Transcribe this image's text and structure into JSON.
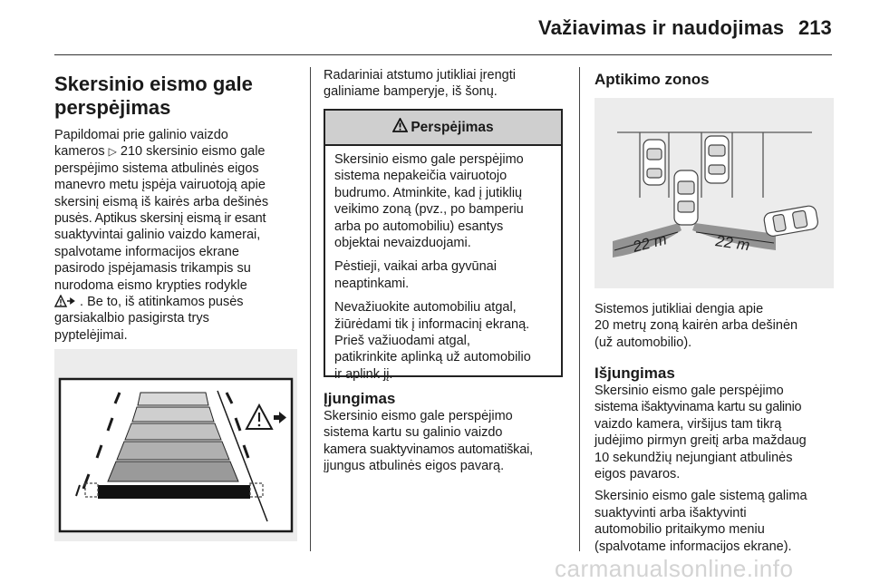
{
  "header": {
    "title": "Važiavimas ir naudojimas",
    "page_number": "213"
  },
  "col1": {
    "heading_line1": "Skersinio eismo gale",
    "heading_line2": "perspėjimas",
    "body_lines": [
      "Papildomai prie galinio vaizdo",
      "kameros",
      "210 skersinio eismo gale",
      "perspėjimo sistema atbulinės eigos",
      "manevro metu įspėja vairuotoją apie",
      "skersinį eismą iš kairės arba dešinės",
      "pusės. Aptikus skersinį eismą ir esant",
      "suaktyvintai galinio vaizdo kamerai,",
      "spalvotame informacijos ekrane",
      "pasirodo įspėjamasis trikampis su",
      "nurodoma eismo krypties rodykle",
      ". Be to, iš atitinkamos pusės",
      "garsiakalbio pasigirsta trys",
      "pyptelėjimai."
    ]
  },
  "col2": {
    "intro_line1": "Radariniai atstumo jutikliai įrengti",
    "intro_line2": "galiniame bamperyje, iš šonų.",
    "warning": {
      "title": "Perspėjimas",
      "para1": [
        "Skersinio eismo gale perspėjimo",
        "sistema nepakeičia vairuotojo",
        "budrumo. Atminkite, kad į jutiklių",
        "veikimo zoną (pvz., po bamperiu",
        "arba po automobiliu) esantys",
        "objektai nevaizduojami."
      ],
      "para2": [
        "Pėstieji, vaikai arba gyvūnai",
        "neaptinkami."
      ],
      "para3": [
        "Nevažiuokite automobiliu atgal,",
        "žiūrėdami tik į informacinį ekraną.",
        "Prieš važiuodami atgal,",
        "patikrinkite aplinką už automobilio",
        "ir aplink jį."
      ]
    },
    "section_heading": "Įjungimas",
    "section_body": [
      "Skersinio eismo gale perspėjimo",
      "sistema kartu su galinio vaizdo",
      "kamera suaktyvinamos automatiškai,",
      "įjungus atbulinės eigos pavarą."
    ]
  },
  "col3": {
    "heading": "Aptikimo zonos",
    "figure": {
      "left_label": "22 m",
      "right_label": "22 m"
    },
    "caption": [
      "Sistemos jutikliai dengia apie",
      "20 metrų zoną kairėn arba dešinėn",
      "(už automobilio)."
    ],
    "section_heading": "Išjungimas",
    "para1": [
      "Skersinio eismo gale perspėjimo",
      "sistema išaktyvinama kartu su galinio",
      "vaizdo kamera, viršijus tam tikrą",
      "judėjimo pirmyn greitį arba maždaug",
      "10 sekundžių nejungiant atbulinės",
      "eigos pavaros."
    ],
    "para2": [
      "Skersinio eismo gale sistemą galima",
      "suaktyvinti arba išaktyvinti",
      "automobilio pritaikymo meniu",
      "(spalvotame informacijos ekrane)."
    ]
  },
  "watermark": "carmanualsonline.info",
  "colors": {
    "figure_bg": "#ececec",
    "warning_header": "#cfcfcf",
    "zone_fill": "#8a8a8a"
  }
}
